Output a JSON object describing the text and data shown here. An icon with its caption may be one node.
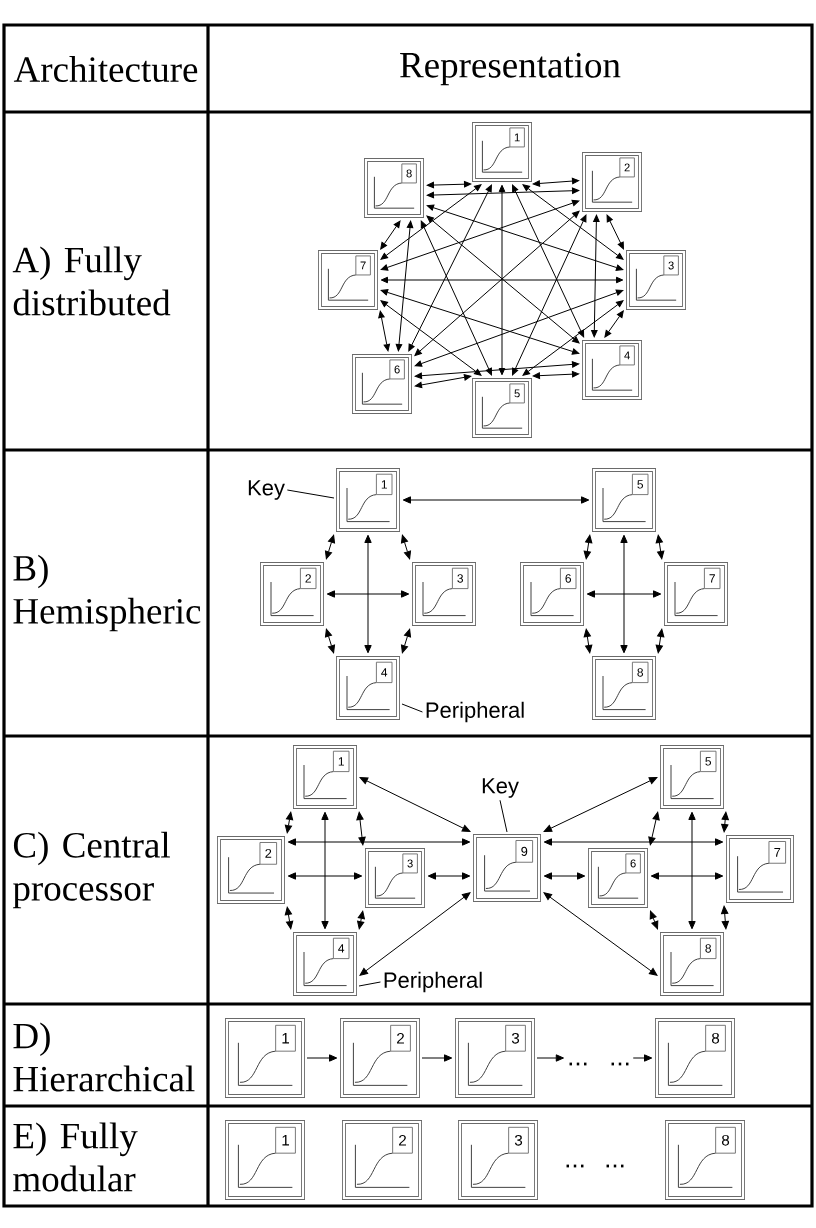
{
  "diagram": {
    "nodes": [
      {
        "text": [
          "1"
        ]
      },
      {
        "text": [
          "2"
        ]
      },
      {
        "text": [
          "3"
        ]
      },
      {
        "text": [
          "4"
        ]
      },
      {
        "text": [
          "5"
        ]
      },
      {
        "text": [
          "6"
        ]
      },
      {
        "text": [
          "7"
        ]
      },
      {
        "text": [
          "8"
        ]
      },
      {
        "text": [
          "Key"
        ]
      },
      {
        "text": [
          "1"
        ]
      },
      {
        "text": [
          "2"
        ]
      },
      {
        "text": [
          "3"
        ]
      },
      {
        "text": [
          "4"
        ]
      },
      {
        "text": [
          "5"
        ]
      },
      {
        "text": [
          "6"
        ]
      },
      {
        "text": [
          "7"
        ]
      },
      {
        "text": [
          "8"
        ]
      },
      {
        "text": [
          "Peripheral"
        ]
      },
      {
        "text": [
          "1"
        ]
      },
      {
        "text": [
          "2"
        ]
      },
      {
        "text": [
          "3"
        ]
      },
      {
        "text": [
          "4"
        ]
      },
      {
        "text": [
          "Key"
        ]
      },
      {
        "text": [
          "9"
        ]
      },
      {
        "text": [
          "5"
        ]
      },
      {
        "text": [
          "6"
        ]
      },
      {
        "text": [
          "7"
        ]
      },
      {
        "text": [
          "8"
        ]
      },
      {
        "text": [
          "Peripheral"
        ]
      },
      {
        "text": [
          "1"
        ]
      },
      {
        "text": [
          "2"
        ]
      },
      {
        "text": [
          "3"
        ]
      },
      {
        "text": [
          "..."
        ]
      },
      {
        "text": [
          "..."
        ]
      },
      {
        "text": [
          "8"
        ]
      },
      {
        "text": [
          "1"
        ]
      },
      {
        "text": [
          "2"
        ]
      },
      {
        "text": [
          "3"
        ]
      },
      {
        "text": [
          "8"
        ]
      }
    ],
    "edges": [
      {
        "from": 0,
        "to": 1,
        "arrow": "both"
      },
      {
        "from": 0,
        "to": 2,
        "arrow": "both"
      },
      {
        "from": 0,
        "to": 3,
        "arrow": "both"
      },
      {
        "from": 0,
        "to": 4,
        "arrow": "both"
      },
      {
        "from": 0,
        "to": 5,
        "arrow": "both"
      },
      {
        "from": 0,
        "to": 6,
        "arrow": "both"
      },
      {
        "from": 0,
        "to": 7,
        "arrow": "both"
      },
      {
        "from": 1,
        "to": 2,
        "arrow": "both"
      },
      {
        "from": 1,
        "to": 3,
        "arrow": "both"
      },
      {
        "from": 1,
        "to": 4,
        "arrow": "both"
      },
      {
        "from": 1,
        "to": 5,
        "arrow": "both"
      },
      {
        "from": 1,
        "to": 6,
        "arrow": "both"
      },
      {
        "from": 1,
        "to": 7,
        "arrow": "both"
      },
      {
        "from": 2,
        "to": 3,
        "arrow": "both"
      },
      {
        "from": 2,
        "to": 4,
        "arrow": "both"
      },
      {
        "from": 2,
        "to": 5,
        "arrow": "both"
      },
      {
        "from": 2,
        "to": 6,
        "arrow": "both"
      },
      {
        "from": 2,
        "to": 7,
        "arrow": "both"
      },
      {
        "from": 3,
        "to": 4,
        "arrow": "both"
      },
      {
        "from": 3,
        "to": 5,
        "arrow": "both"
      },
      {
        "from": 3,
        "to": 6,
        "arrow": "both"
      },
      {
        "from": 3,
        "to": 7,
        "arrow": "both"
      },
      {
        "from": 4,
        "to": 5,
        "arrow": "both"
      },
      {
        "from": 4,
        "to": 6,
        "arrow": "both"
      },
      {
        "from": 4,
        "to": 7,
        "arrow": "both"
      },
      {
        "from": 5,
        "to": 6,
        "arrow": "both"
      },
      {
        "from": 5,
        "to": 7,
        "arrow": "both"
      },
      {
        "from": 6,
        "to": 7,
        "arrow": "both"
      },
      {
        "from": 8,
        "to": 9,
        "arrow": "none"
      },
      {
        "from": 9,
        "to": 13,
        "arrow": "both"
      },
      {
        "from": 9,
        "to": 10,
        "arrow": "both"
      },
      {
        "from": 9,
        "to": 11,
        "arrow": "both"
      },
      {
        "from": 9,
        "to": 12,
        "arrow": "both"
      },
      {
        "from": 10,
        "to": 11,
        "arrow": "both"
      },
      {
        "from": 10,
        "to": 12,
        "arrow": "both"
      },
      {
        "from": 11,
        "to": 12,
        "arrow": "both"
      },
      {
        "from": 13,
        "to": 14,
        "arrow": "both"
      },
      {
        "from": 13,
        "to": 15,
        "arrow": "both"
      },
      {
        "from": 13,
        "to": 16,
        "arrow": "both"
      },
      {
        "from": 14,
        "to": 15,
        "arrow": "both"
      },
      {
        "from": 14,
        "to": 16,
        "arrow": "both"
      },
      {
        "from": 15,
        "to": 16,
        "arrow": "both"
      },
      {
        "from": 17,
        "to": 12,
        "arrow": "none"
      },
      {
        "from": 22,
        "to": 23,
        "arrow": "none"
      },
      {
        "from": 18,
        "to": 19,
        "arrow": "both"
      },
      {
        "from": 18,
        "to": 20,
        "arrow": "both"
      },
      {
        "from": 18,
        "to": 21,
        "arrow": "both"
      },
      {
        "from": 19,
        "to": 20,
        "arrow": "both"
      },
      {
        "from": 19,
        "to": 21,
        "arrow": "both"
      },
      {
        "from": 20,
        "to": 21,
        "arrow": "both"
      },
      {
        "from": 18,
        "to": 23,
        "arrow": "both"
      },
      {
        "from": 19,
        "to": 23,
        "arrow": "both"
      },
      {
        "from": 20,
        "to": 23,
        "arrow": "both"
      },
      {
        "from": 21,
        "to": 23,
        "arrow": "both"
      },
      {
        "from": 23,
        "to": 24,
        "arrow": "both"
      },
      {
        "from": 23,
        "to": 25,
        "arrow": "both"
      },
      {
        "from": 23,
        "to": 26,
        "arrow": "both"
      },
      {
        "from": 23,
        "to": 27,
        "arrow": "both"
      },
      {
        "from": 24,
        "to": 25,
        "arrow": "both"
      },
      {
        "from": 24,
        "to": 26,
        "arrow": "both"
      },
      {
        "from": 24,
        "to": 27,
        "arrow": "both"
      },
      {
        "from": 25,
        "to": 26,
        "arrow": "both"
      },
      {
        "from": 25,
        "to": 27,
        "arrow": "both"
      },
      {
        "from": 26,
        "to": 27,
        "arrow": "both"
      },
      {
        "from": 28,
        "to": 21,
        "arrow": "none"
      },
      {
        "from": 29,
        "to": 30,
        "arrow": "to"
      },
      {
        "from": 30,
        "to": 31,
        "arrow": "to"
      },
      {
        "from": 31,
        "to": 32,
        "arrow": "to"
      },
      {
        "from": 33,
        "to": 34,
        "arrow": "to"
      }
    ],
    "labels": [
      "Architecture",
      "Representation",
      "A) Fully distributed",
      "B) Hemispheric",
      "C) Central processor",
      "D) Hierarchical",
      "E) Fully modular",
      "...",
      "..."
    ]
  }
}
